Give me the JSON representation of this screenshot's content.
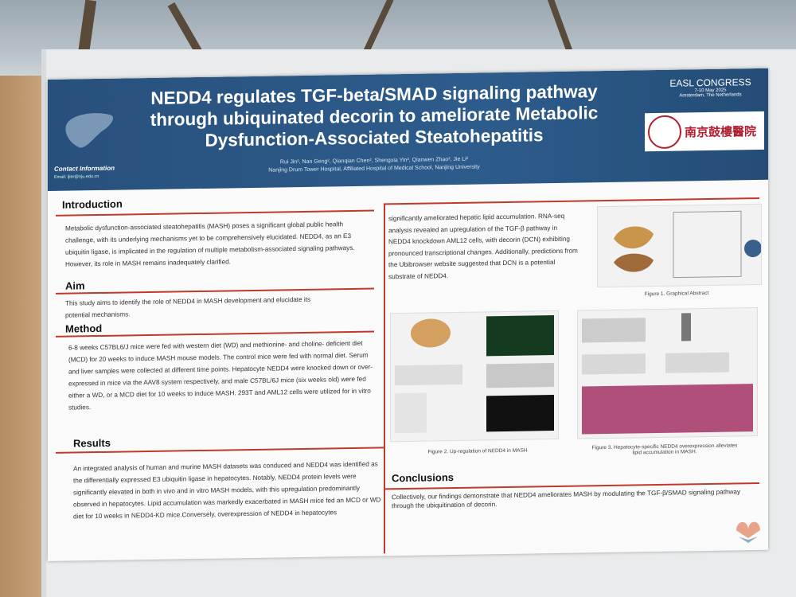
{
  "poster": {
    "title": "NEDD4 regulates TGF-beta/SMAD signaling pathway through ubiquinated decorin to ameliorate Metabolic Dysfunction-Associated Steatohepatitis",
    "authors": "Rui Jin¹, Nan Geng², Qianqian Chen², Shengxia Yin², Qianwen Zhao², Jie Li²",
    "affiliation": "Nanjing Drum Tower Hospital, Affiliated Hospital of Medical School, Nanjing University",
    "contact_label": "Contact Information",
    "contact_email": "Email: ljier@nju.edu.cn",
    "congress": "EASL CONGRESS",
    "congress_dates": "7-10 May 2025",
    "congress_place": "Amsterdam, The Netherlands",
    "hospital_name": "南京鼓樓醫院",
    "introduction": {
      "heading": "Introduction",
      "text": "Metabolic dysfunction-associated steatohepatitis (MASH) poses a significant global public health challenge, with its underlying mechanisms yet to be comprehensively elucidated. NEDD4, as an E3 ubiquitin ligase, is implicated in the regulation of multiple metabolism-associated signaling pathways. However, its role in MASH remains inadequately clarified."
    },
    "aim": {
      "heading": "Aim",
      "text": "This study aims to identify the role of NEDD4 in MASH development and elucidate its potential mechanisms."
    },
    "method": {
      "heading": "Method",
      "text": "6-8 weeks C57BL6/J mice were fed with western diet (WD) and methionine- and choline- deficient diet (MCD) for 20 weeks to induce MASH mouse models. The control mice were fed with normal diet. Serum and liver samples were collected at different time points. Hepatocyte NEDD4 were knocked down or over-expressed in mice via the AAV8 system respectively, and male C57BL/6J mice (six weeks old) were fed either a WD, or a MCD diet for 10 weeks to induce MASH. 293T and AML12 cells were utilized for in vitro studies."
    },
    "results": {
      "heading": "Results",
      "text": "An integrated analysis of human and murine MASH datasets was conduced and NEDD4 was identified as the differentially expressed E3 ubiquitin ligase in hepatocytes. Notably, NEDD4 protein levels were significantly elevated in both in vivo and in vitro MASH models, with this upregulation predominantly observed in hepatocytes. Lipid accumulation was markedly exacerbated in MASH mice fed an MCD or WD diet for 10 weeks in NEDD4-KD mice.Conversely, overexpression of NEDD4 in hepatocytes",
      "continued": "significantly ameliorated hepatic lipid accumulation. RNA-seq analysis revealed an upregulation of the TGF-β pathway in NEDD4 knockdown AML12 cells, with decorin (DCN) exhibiting pronounced transcriptional changes. Additionally, predictions from the Ubibrowser website suggested that DCN is a potential substrate of NEDD4."
    },
    "figures": {
      "fig1": "Figure 1. Graphical Abstract",
      "fig2": "Figure 2. Up-regulation of NEDD4 in MASH",
      "fig3": "Figure 3. Hepatocyte-specific NEDD4 overexpression alleviates lipid accumulation in MASH."
    },
    "conclusions": {
      "heading": "Conclusions",
      "text": "Collectively, our findings demonstrate that NEDD4 ameliorates MASH by modulating the TGF-β/SMAD signaling pathway through the ubiquitination of decorin."
    }
  },
  "colors": {
    "banner": "#2d5c8c",
    "accent_rule": "#c0392b",
    "hospital_red": "#b02030"
  }
}
